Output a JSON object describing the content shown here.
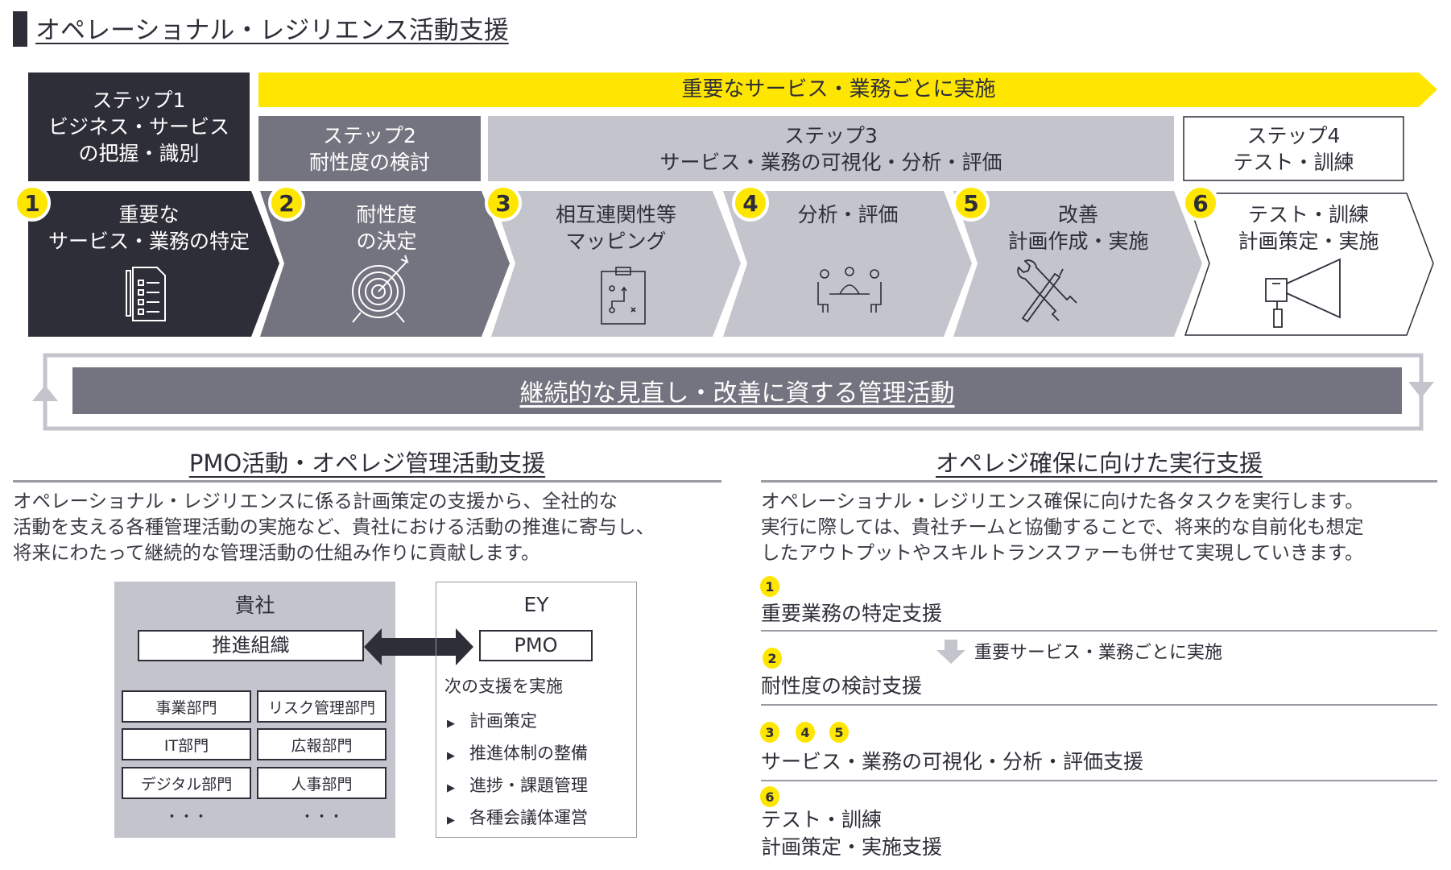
{
  "title": "オペレーショナル・レジリエンス活動支援",
  "banner": "重要なサービス・業務ごとに実施",
  "steps": [
    {
      "label": "ステップ1",
      "desc1": "ビジネス・サービス",
      "desc2": "の把握・識別"
    },
    {
      "label": "ステップ2",
      "desc1": "耐性度の検討"
    },
    {
      "label": "ステップ3",
      "desc1": "サービス・業務の可視化・分析・評価"
    },
    {
      "label": "ステップ4",
      "desc1": "テスト・訓練"
    }
  ],
  "process": [
    {
      "num": "1",
      "line1": "重要な",
      "line2": "サービス・業務の特定",
      "icon": "checklist-icon"
    },
    {
      "num": "2",
      "line1": "耐性度",
      "line2": "の決定",
      "icon": "target-icon"
    },
    {
      "num": "3",
      "line1": "相互連関性等",
      "line2": "マッピング",
      "icon": "clipboard-plan-icon"
    },
    {
      "num": "4",
      "line1": "分析・評価",
      "icon": "meeting-icon"
    },
    {
      "num": "5",
      "line1": "改善",
      "line2": "計画作成・実施",
      "icon": "tools-icon"
    },
    {
      "num": "6",
      "line1": "テスト・訓練",
      "line2": "計画策定・実施",
      "icon": "megaphone-icon"
    }
  ],
  "loop_label": "継続的な見直し・改善に資する管理活動",
  "left": {
    "heading": "PMO活動・オペレジ管理活動支援",
    "paragraph": [
      "オペレーショナル・レジリエンスに係る計画策定の支援から、全社的な",
      "活動を支える各種管理活動の実施など、貴社における活動の推進に寄与し、",
      "将来にわたって継続的な管理活動の仕組み作りに貢献します。"
    ],
    "company": {
      "title": "貴社",
      "core": "推進組織",
      "depts": [
        "事業部門",
        "リスク管理部門",
        "IT部門",
        "広報部門",
        "デジタル部門",
        "人事部門"
      ],
      "more": "・・・"
    },
    "ey": {
      "title": "EY",
      "pmo": "PMO",
      "intro": "次の支援を実施",
      "items": [
        "計画策定",
        "推進体制の整備",
        "進捗・課題管理",
        "各種会議体運営"
      ]
    }
  },
  "right": {
    "heading": "オペレジ確保に向けた実行支援",
    "paragraph": [
      "オペレーショナル・レジリエンス確保に向けた各タスクを実行します。",
      "実行に際しては、貴社チームと協働することで、将来的な自前化も想定",
      "したアウトプットやスキルトランスファーも併せて実現していきます。"
    ],
    "items": [
      {
        "nums": [
          "1"
        ],
        "line1": "重要業務の特定支援"
      },
      {
        "nums": [
          "2"
        ],
        "line1": "耐性度の検討支援"
      },
      {
        "nums": [
          "3",
          "4",
          "5"
        ],
        "line1": "サービス・業務の可視化・分析・評価支援"
      },
      {
        "nums": [
          "6"
        ],
        "line1": "テスト・訓練",
        "line2": "計画策定・実施支援"
      }
    ],
    "arrow_note": "重要サービス・業務ごとに実施"
  },
  "colors": {
    "yellow": "#ffe600",
    "dark": "#2e2e38",
    "mid": "#747480",
    "light": "#c4c4cd"
  }
}
